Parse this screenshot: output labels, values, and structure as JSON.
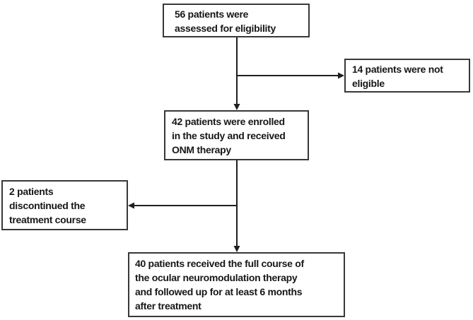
{
  "diagram": {
    "type": "flowchart",
    "background_color": "#ffffff",
    "box_border_color": "#383838",
    "text_color": "#171717",
    "line_color": "#1f1f1f",
    "nodes": [
      {
        "id": "assessed",
        "label": "56 patients were\nassessed for eligibility"
      },
      {
        "id": "not-eligible",
        "label": "14 patients were not\neligible"
      },
      {
        "id": "enrolled",
        "label": "42 patients were enrolled\nin the study and received\nONM therapy"
      },
      {
        "id": "discontinued",
        "label": "2 patients\ndiscontinued the\ntreatment course"
      },
      {
        "id": "completed",
        "label": "40 patients received the full course of\nthe ocular neuromodulation therapy\nand followed up for at least 6 months\nafter treatment"
      }
    ],
    "edges": [
      {
        "from": "assessed",
        "to": "enrolled",
        "direction": "down"
      },
      {
        "from": "assessed",
        "to": "not-eligible",
        "direction": "right"
      },
      {
        "from": "enrolled",
        "to": "completed",
        "direction": "down"
      },
      {
        "from": "enrolled",
        "to": "discontinued",
        "direction": "left"
      }
    ]
  }
}
